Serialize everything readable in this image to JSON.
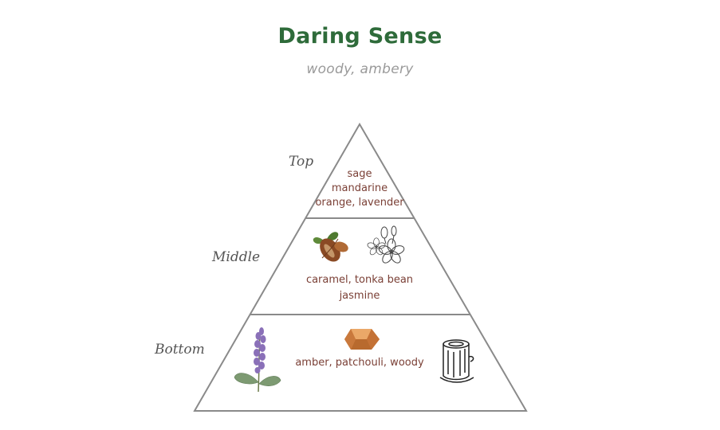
{
  "title": "Daring Sense",
  "subtitle": "woody, ambery",
  "tiers": {
    "top": {
      "label": "Top",
      "notes": [
        "sage",
        "mandarine",
        "orange, lavender"
      ]
    },
    "middle": {
      "label": "Middle",
      "notes": [
        "caramel, tonka bean",
        "jasmine"
      ]
    },
    "bottom": {
      "label": "Bottom",
      "notes": [
        "amber, patchouli, woody"
      ]
    }
  },
  "icons": {
    "middle": [
      "cocoa-pod-icon",
      "jasmine-flower-icon"
    ],
    "bottom": [
      "lavender-sprig-icon",
      "amber-crystal-icon",
      "wood-log-icon"
    ]
  },
  "colors": {
    "title": "#2e6b3a",
    "subtitle": "#9a9a9a",
    "notes": "#7a3f35",
    "outline": "#8a8a8a"
  }
}
